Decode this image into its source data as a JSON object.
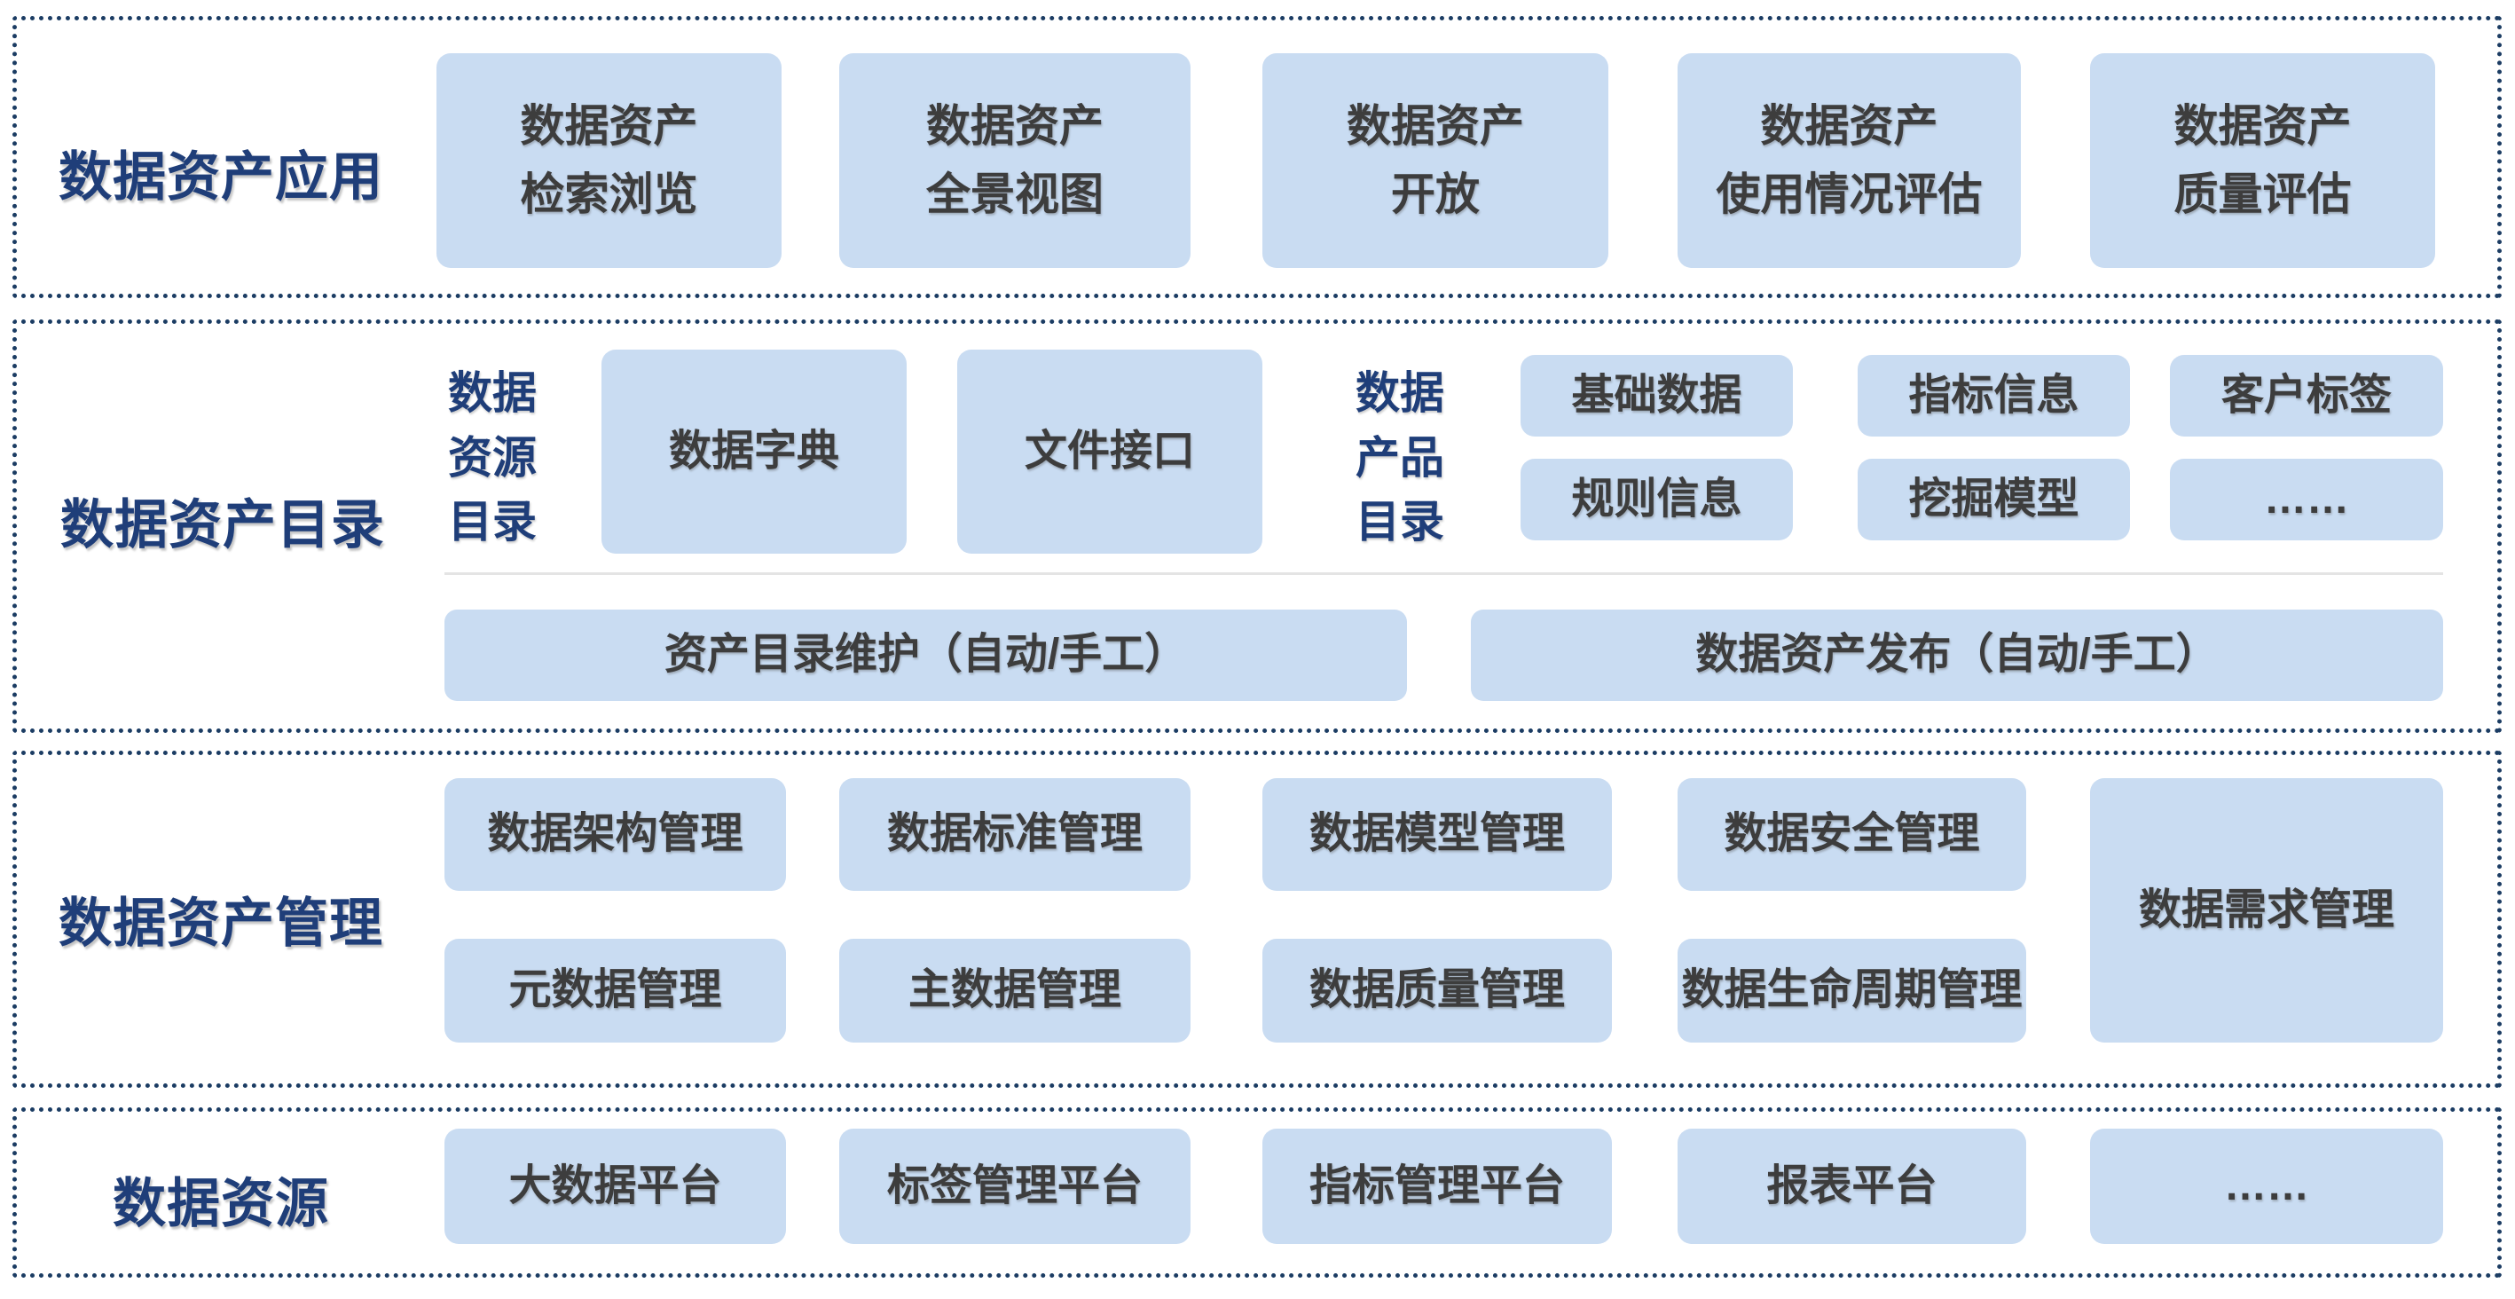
{
  "colors": {
    "panel_border": "#1b3c63",
    "section_label": "#1f3e79",
    "box_fill": "#c9dcf2",
    "box_text": "#3d3d3d",
    "divider": "#e4e4e4",
    "background": "#ffffff"
  },
  "sections": {
    "application": {
      "label": "数据资产应用",
      "boxes": [
        "数据资产\n检索浏览",
        "数据资产\n全景视图",
        "数据资产\n开放",
        "数据资产\n使用情况评估",
        "数据资产\n质量评估"
      ]
    },
    "catalog": {
      "label": "数据资产目录",
      "resource_catalog_label": "数据\n资源\n目录",
      "resource_boxes": [
        "数据字典",
        "文件接口"
      ],
      "product_catalog_label": "数据\n产品\n目录",
      "product_boxes": [
        "基础数据",
        "指标信息",
        "客户标签",
        "规则信息",
        "挖掘模型",
        "……"
      ],
      "bottom_boxes": [
        "资产目录维护（自动/手工）",
        "数据资产发布（自动/手工）"
      ]
    },
    "management": {
      "label": "数据资产管理",
      "row1": [
        "数据架构管理",
        "数据标准管理",
        "数据模型管理",
        "数据安全管理"
      ],
      "row2": [
        "元数据管理",
        "主数据管理",
        "数据质量管理",
        "数据生命周期管理"
      ],
      "tall_box": "数据需求管理"
    },
    "resources": {
      "label": "数据资源",
      "boxes": [
        "大数据平台",
        "标签管理平台",
        "指标管理平台",
        "报表平台",
        "……"
      ]
    }
  }
}
